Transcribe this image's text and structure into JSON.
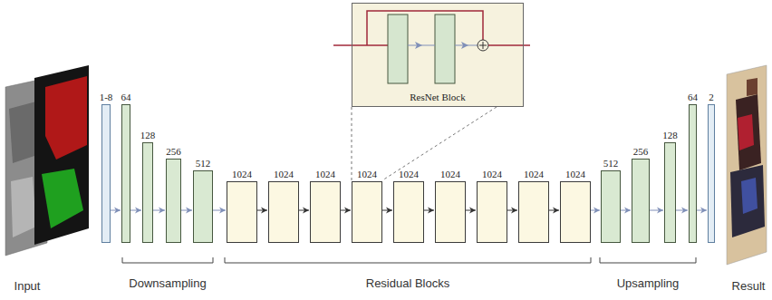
{
  "diagram": {
    "nodes": [
      {
        "text": [
          "ResNet Block"
        ]
      },
      {
        "text": [
          "1-8"
        ]
      },
      {
        "text": [
          "64"
        ]
      },
      {
        "text": [
          "128"
        ]
      },
      {
        "text": [
          "256"
        ]
      },
      {
        "text": [
          "512"
        ]
      },
      {
        "text": [
          "1024"
        ]
      },
      {
        "text": [
          "1024"
        ]
      },
      {
        "text": [
          "1024"
        ]
      },
      {
        "text": [
          "1024"
        ]
      },
      {
        "text": [
          "1024"
        ]
      },
      {
        "text": [
          "1024"
        ]
      },
      {
        "text": [
          "1024"
        ]
      },
      {
        "text": [
          "1024"
        ]
      },
      {
        "text": [
          "1024"
        ]
      },
      {
        "text": [
          "512"
        ]
      },
      {
        "text": [
          "256"
        ]
      },
      {
        "text": [
          "128"
        ]
      },
      {
        "text": [
          "64"
        ]
      },
      {
        "text": [
          "2"
        ]
      }
    ],
    "edges": [
      {
        "from": 1,
        "to": 2,
        "arrow": "to"
      },
      {
        "from": 2,
        "to": 3,
        "arrow": "to"
      },
      {
        "from": 3,
        "to": 4,
        "arrow": "to"
      },
      {
        "from": 4,
        "to": 5,
        "arrow": "to"
      },
      {
        "from": 5,
        "to": 6,
        "arrow": "to"
      },
      {
        "from": 6,
        "to": 7,
        "arrow": "to"
      },
      {
        "from": 7,
        "to": 8,
        "arrow": "to"
      },
      {
        "from": 8,
        "to": 9,
        "arrow": "to"
      },
      {
        "from": 9,
        "to": 10,
        "arrow": "to"
      },
      {
        "from": 10,
        "to": 11,
        "arrow": "to"
      },
      {
        "from": 11,
        "to": 12,
        "arrow": "to"
      },
      {
        "from": 12,
        "to": 13,
        "arrow": "to"
      },
      {
        "from": 13,
        "to": 14,
        "arrow": "to"
      },
      {
        "from": 14,
        "to": 15,
        "arrow": "to"
      },
      {
        "from": 15,
        "to": 16,
        "arrow": "to"
      },
      {
        "from": 16,
        "to": 17,
        "arrow": "to"
      },
      {
        "from": 17,
        "to": 18,
        "arrow": "to"
      },
      {
        "from": 18,
        "to": 19,
        "arrow": "to"
      }
    ],
    "labels": [
      "Input",
      "Downsampling",
      "Residual Blocks",
      "Upsampling",
      "Result"
    ]
  }
}
